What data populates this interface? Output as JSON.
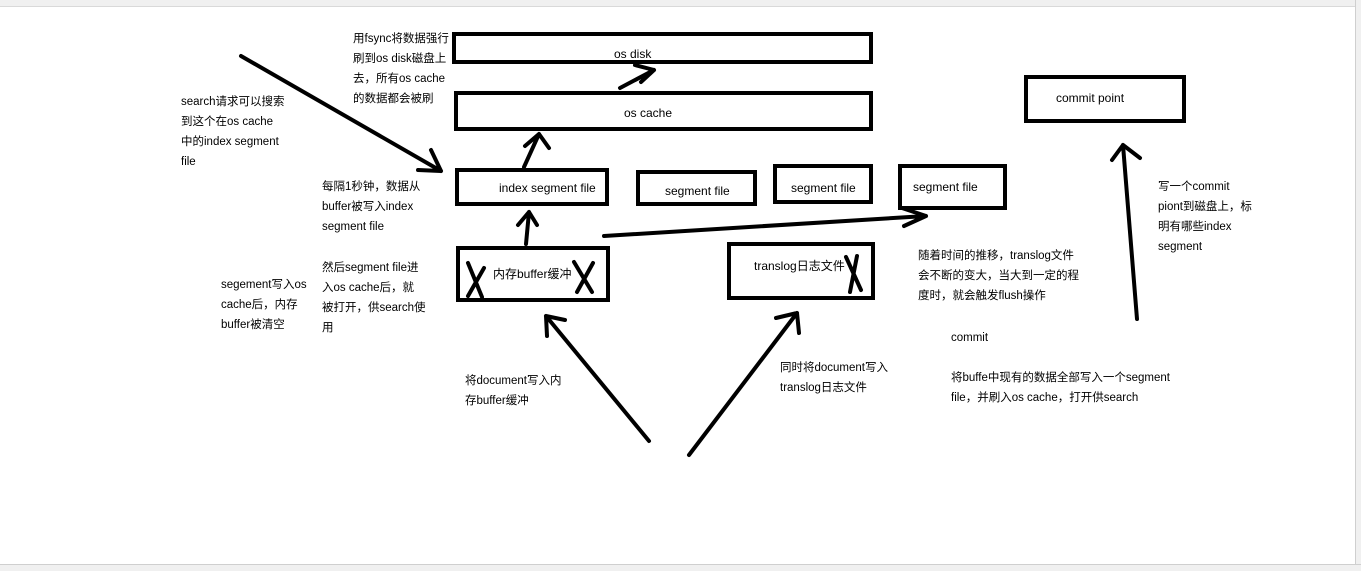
{
  "boxes": {
    "os_disk": "os disk",
    "os_cache": "os cache",
    "index_segment": "index segment file",
    "segment_1": "segment file",
    "segment_2": "segment file",
    "segment_3": "segment file",
    "buffer": "内存buffer缓冲",
    "translog": "translog日志文件",
    "commit_point": "commit point"
  },
  "notes": {
    "search": [
      "search请求可以搜索",
      "到这个在os cache",
      "中的index segment",
      "file"
    ],
    "fsync": [
      "用fsync将数据强行",
      "刷到os disk磁盘上",
      "去，所有os cache",
      "的数据都会被刷"
    ],
    "every_second": [
      "每隔1秒钟，数据从",
      "buffer被写入index",
      "segment file"
    ],
    "then_open": [
      "然后segment file进",
      "入os cache后，就",
      "被打开，供search使",
      "用"
    ],
    "buffer_cleared": [
      "segement写入os",
      "cache后，内存",
      "buffer被清空"
    ],
    "write_buffer": [
      "将document写入内",
      "存buffer缓冲"
    ],
    "write_translog": [
      "同时将document写入",
      "translog日志文件"
    ],
    "translog_grow": [
      "随着时间的推移，translog文件",
      "会不断的变大，当大到一定的程",
      "度时，就会触发flush操作"
    ],
    "commit_title": [
      "commit"
    ],
    "commit_desc": [
      "将buffe中现有的数据全部写入一个segment",
      "file，并刷入os cache，打开供search"
    ],
    "commit_point_desc": [
      "写一个commit",
      "piont到磁盘上，标",
      "明有哪些index",
      "segment"
    ]
  }
}
